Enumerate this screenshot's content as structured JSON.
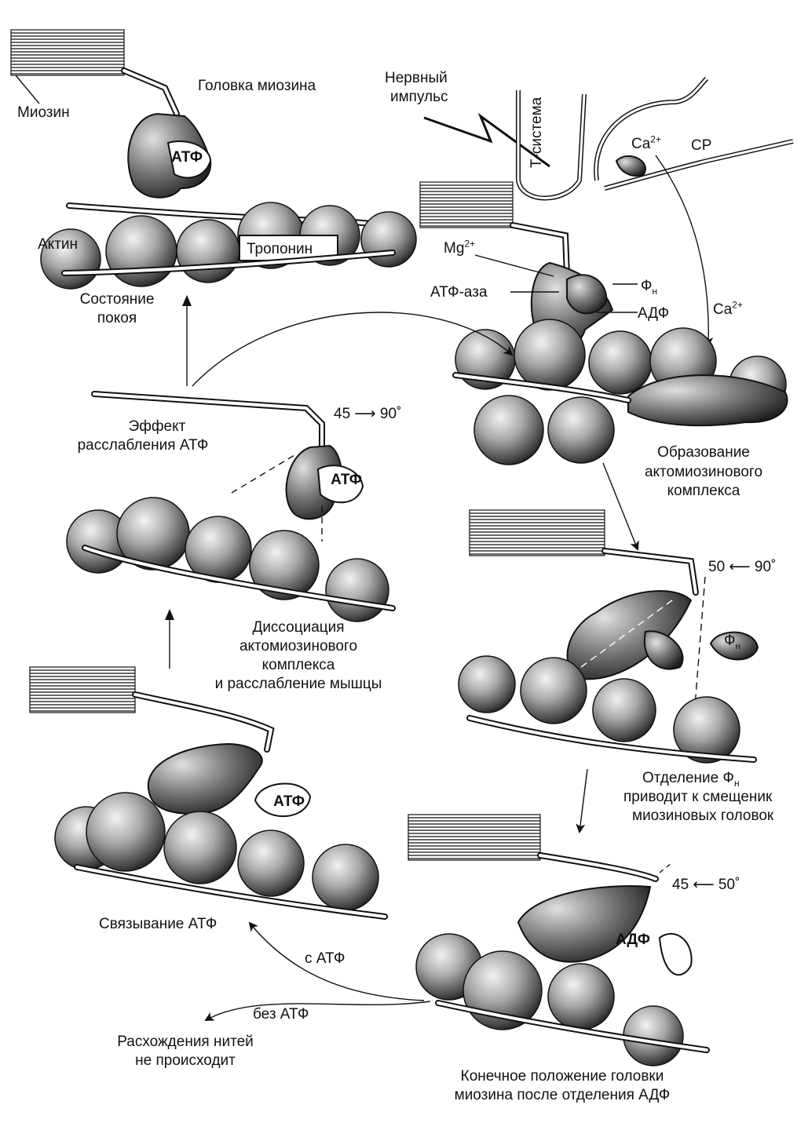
{
  "labels": {
    "myosin": "Миозин",
    "myosin_head": "Головка миозина",
    "atp": "АТФ",
    "actin": "Актин",
    "troponin": "Тропонин",
    "rest_state": [
      "Состояние",
      "покоя"
    ],
    "nerve_impulse": [
      "Нервный",
      "импульс"
    ],
    "t_system": "Т-система",
    "ca": "Ca",
    "ca_charge": "2+",
    "sr": "СР",
    "mg": "Mg",
    "mg_charge": "2+",
    "atpase": "АТФ-аза",
    "phi": "Ф",
    "phi_sub": "н",
    "adp": "АДФ",
    "relax_effect": [
      "Эффект",
      "расслабления АТФ"
    ],
    "angle_45_90": "45 ⟶ 90˚",
    "actomyosin_formation": [
      "Образование",
      "актомиозинового",
      "комплекса"
    ],
    "dissociation": [
      "Диссоциация",
      "актомиозинового",
      "комплекса",
      "и расслабление мышцы"
    ],
    "angle_50_90": "50 ⟵ 90˚",
    "phi_release": [
      "Отделение Ф",
      "приводит к смещеник",
      "миозиновых головок"
    ],
    "angle_45_50": "45 ⟵ 50˚",
    "atp_binding": "Связывание АТФ",
    "with_atp": "с АТФ",
    "without_atp": "без АТФ",
    "no_separation": [
      "Расхождения нитей",
      "не происходит"
    ],
    "final_position": [
      "Конечное положение головки",
      "миозина после отделения АДФ"
    ]
  },
  "colors": {
    "ink": "#111111",
    "paper": "#ffffff",
    "sphere_mid": "#8a8a8a",
    "sphere_light": "#e6e6e6"
  }
}
